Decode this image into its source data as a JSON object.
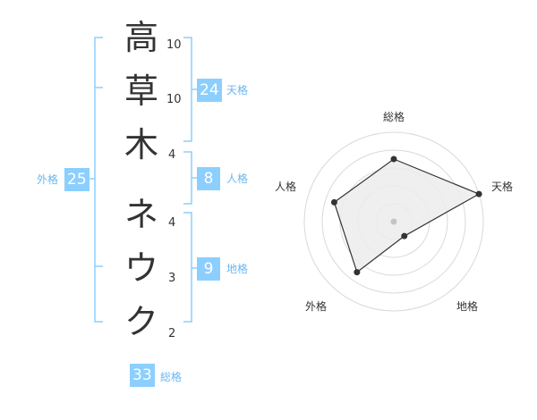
{
  "colors": {
    "accent": "#8ccfff",
    "accent_text": "#6ab7f0",
    "text": "#333333",
    "grid": "#d9d9d9",
    "fill": "#ececec"
  },
  "name": {
    "characters": [
      {
        "char": "高",
        "strokes": "10"
      },
      {
        "char": "草",
        "strokes": "10"
      },
      {
        "char": "木",
        "strokes": "4"
      },
      {
        "char": "ネ",
        "strokes": "4"
      },
      {
        "char": "ウ",
        "strokes": "3"
      },
      {
        "char": "ク",
        "strokes": "2"
      }
    ]
  },
  "fortune": {
    "tenkaku": {
      "value": "24",
      "label": "天格"
    },
    "jinkaku": {
      "value": "8",
      "label": "人格"
    },
    "chikaku": {
      "value": "9",
      "label": "地格"
    },
    "gaikaku": {
      "value": "25",
      "label": "外格"
    },
    "soukaku": {
      "value": "33",
      "label": "総格"
    }
  },
  "chart_data": {
    "type": "radar",
    "axes": [
      "総格",
      "天格",
      "地格",
      "外格",
      "人格"
    ],
    "values": [
      3.5,
      5,
      1,
      3.5,
      3.5
    ],
    "max": 5,
    "grid_levels": 5
  }
}
